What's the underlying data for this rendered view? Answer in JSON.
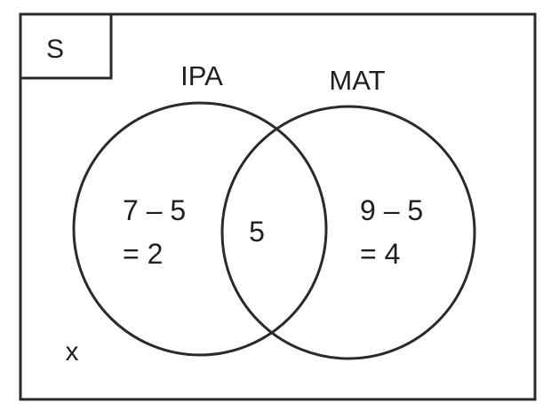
{
  "diagram": {
    "universe_label": "S",
    "sets": [
      {
        "label": "IPA"
      },
      {
        "label": "MAT"
      }
    ],
    "regions": {
      "ipa_only": {
        "line1": "7 – 5",
        "line2": "= 2"
      },
      "intersection": {
        "value": "5"
      },
      "mat_only": {
        "line1": "9 – 5",
        "line2": "= 4"
      },
      "outside": {
        "value": "x"
      }
    },
    "colors": {
      "stroke": "#2a2a2a",
      "text": "#1f1f1f",
      "background": "#ffffff"
    }
  }
}
